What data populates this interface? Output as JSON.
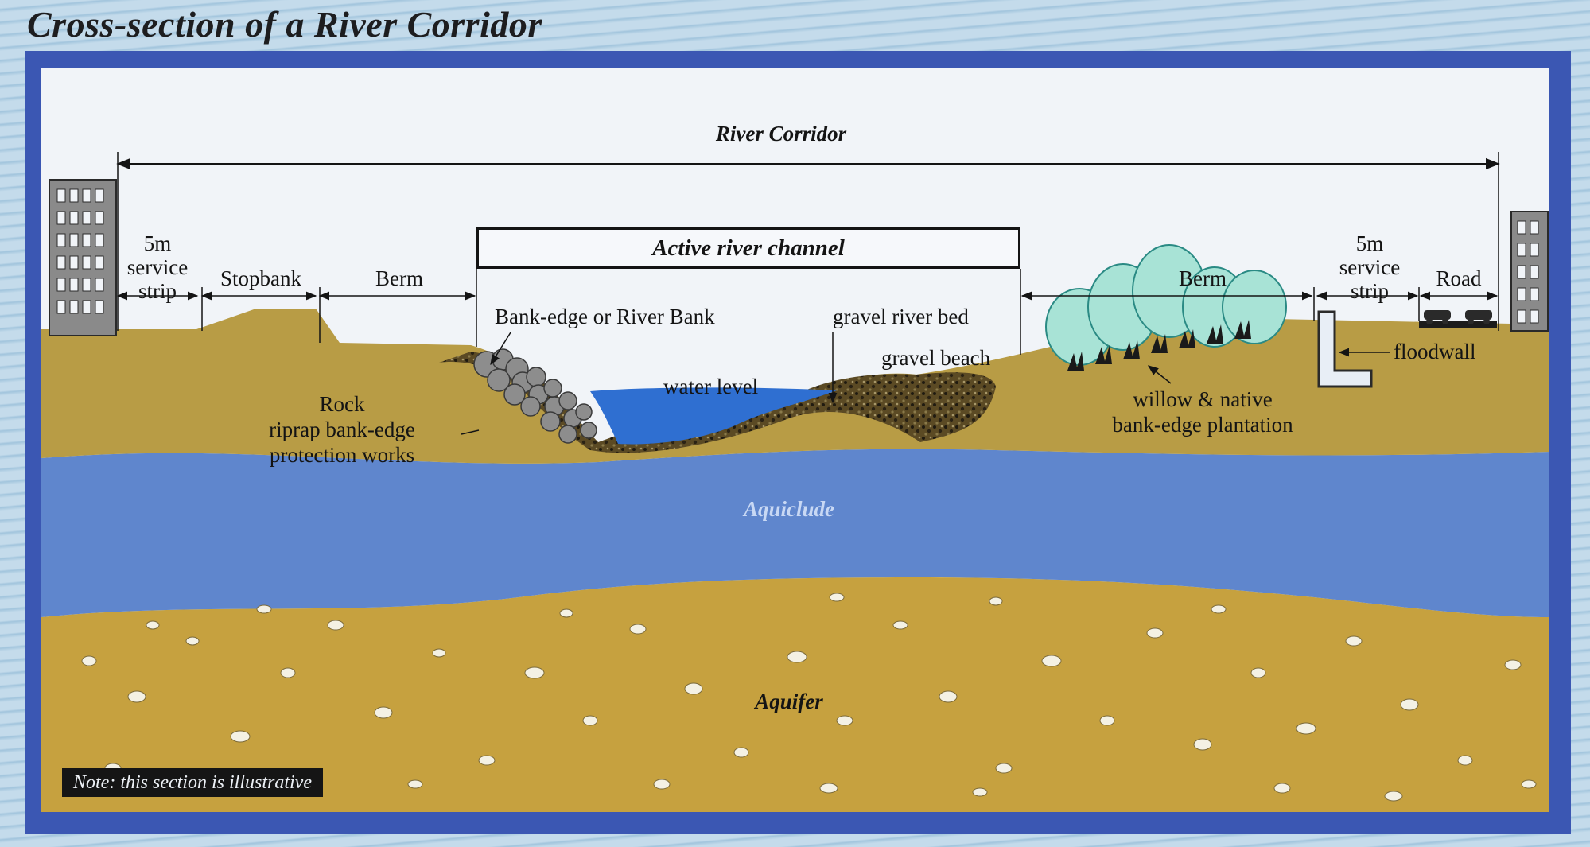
{
  "title": "Cross-section of a River Corridor",
  "labels": {
    "river_corridor": "River Corridor",
    "active_channel": "Active river channel",
    "service_strip_left": [
      "5m",
      "service",
      "strip"
    ],
    "service_strip_right": [
      "5m",
      "service",
      "strip"
    ],
    "stopbank": "Stopbank",
    "berm_left": "Berm",
    "berm_right": "Berm",
    "road": "Road",
    "bank_edge": "Bank-edge or River Bank",
    "gravel_river_bed": "gravel river bed",
    "gravel_beach": "gravel beach",
    "water_level": "water level",
    "rock_riprap": [
      "Rock",
      "riprap bank-edge",
      "protection works"
    ],
    "willow_plantation": [
      "willow & native",
      "bank-edge plantation"
    ],
    "floodwall": "floodwall",
    "aquiclude": "Aquiclude",
    "aquifer": "Aquifer"
  },
  "note": "Note: this section is illustrative",
  "colors": {
    "frame_border": "#3b57b3",
    "sky": "#f1f4f8",
    "soil": "#b89c45",
    "aquiclude": "#5f86cd",
    "aquifer": "#c6a13f",
    "water": "#2f6fd1",
    "gravel": "#4b3e22",
    "rock": "#8d8d8d",
    "building": "#8a8a8a",
    "tree": "#a8e3d6",
    "text": "#141414"
  },
  "icons": [
    "building-icon",
    "car-icon",
    "tree-icon",
    "rock-icon"
  ]
}
